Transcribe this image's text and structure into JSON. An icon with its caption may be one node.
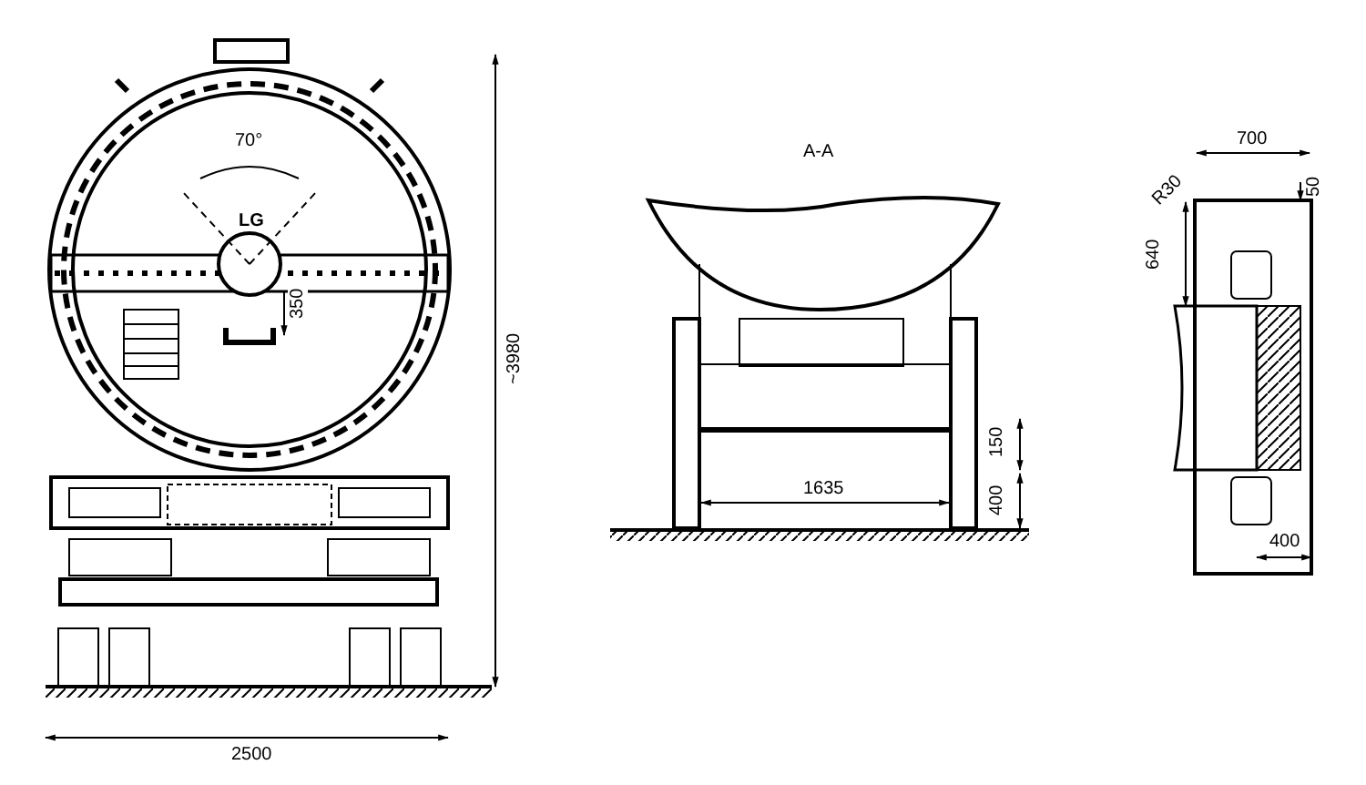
{
  "diagram": {
    "labels": [
      "70°",
      "LG",
      "350",
      "~3980",
      "2500",
      "A-A",
      "1635",
      "150",
      "400",
      "700",
      "R30",
      "50",
      "640",
      "400"
    ]
  }
}
